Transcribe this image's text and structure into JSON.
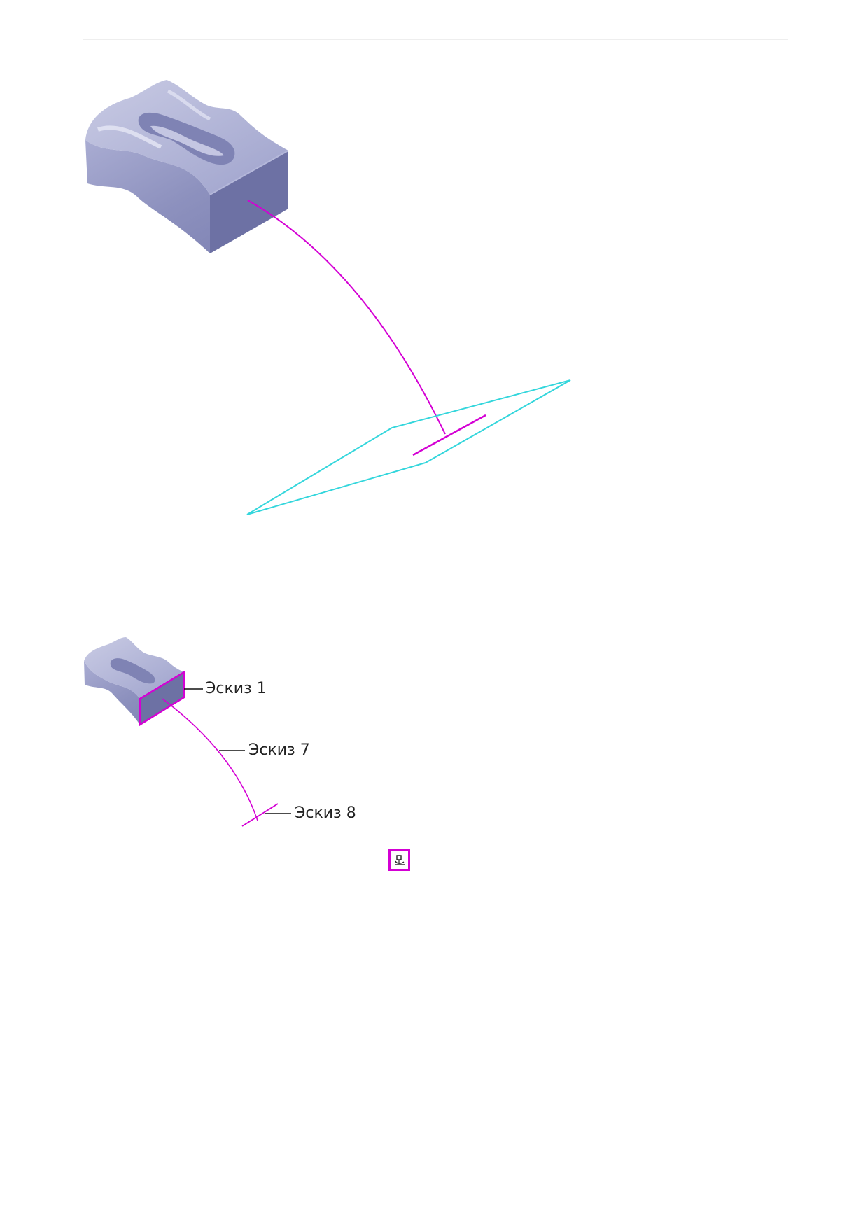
{
  "colors": {
    "body_light": "#b8bad8",
    "body_mid": "#8f93bf",
    "body_dark": "#5e6296",
    "sketch_magenta": "#d400d4",
    "plane_cyan": "#33d6dc",
    "leader": "#111111"
  },
  "labels": {
    "sketch1": "Эскиз 1",
    "sketch7": "Эскиз 7",
    "sketch8": "Эскиз 8"
  },
  "icons": {
    "tool_button": "sweep-operation-icon"
  }
}
